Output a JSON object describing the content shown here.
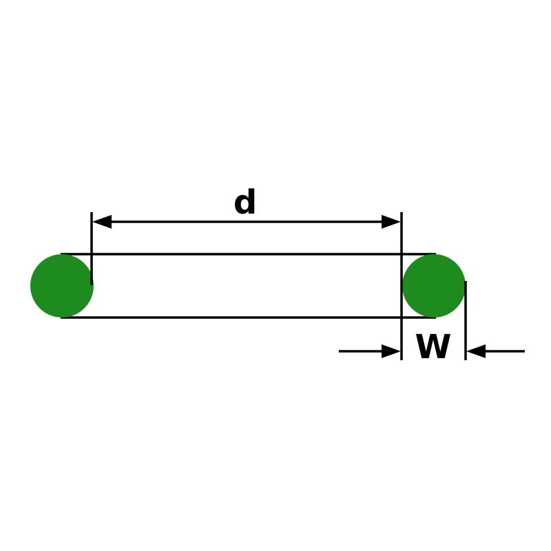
{
  "diagram": {
    "name": "o-ring-dimension-diagram",
    "labels": {
      "inner_diameter": "d",
      "cross_section_width": "W"
    },
    "colors": {
      "ring": "#1e8b1e",
      "line": "#000000",
      "background": "#ffffff"
    }
  }
}
